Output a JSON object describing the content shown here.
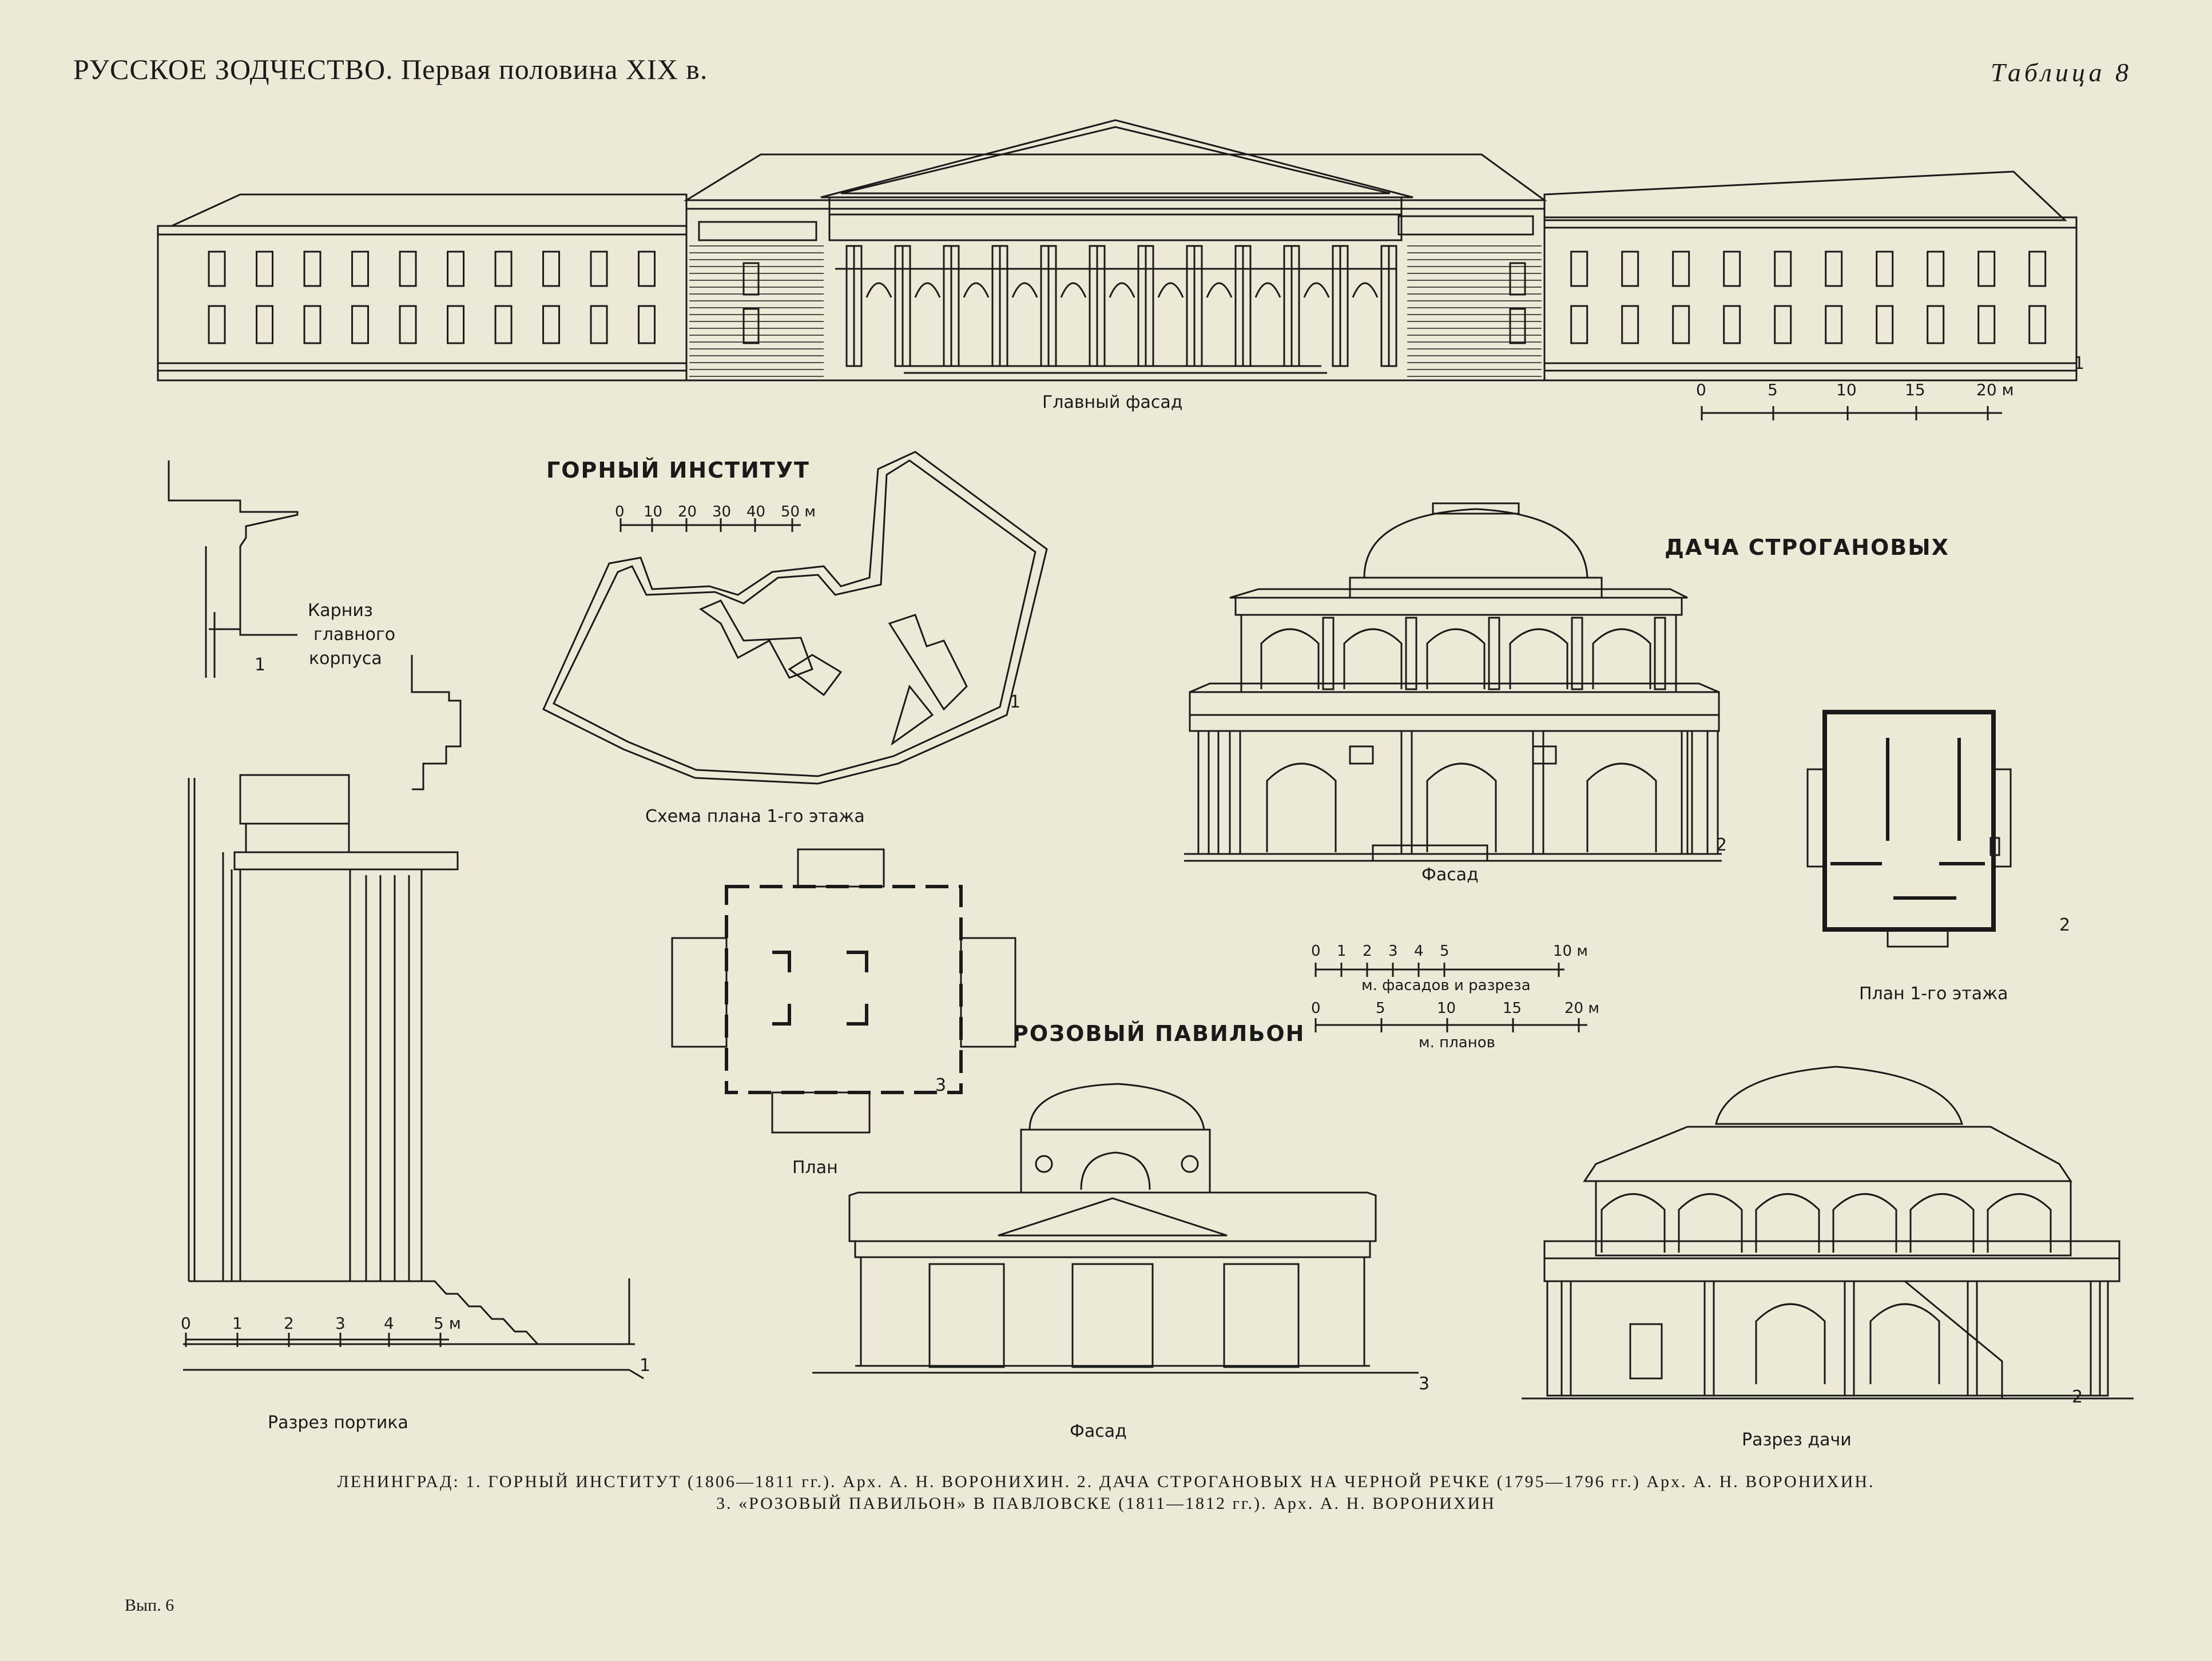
{
  "header": {
    "title": "РУССКОЕ ЗОДЧЕСТВО. Первая половина XIX в.",
    "plate": "Таблица 8"
  },
  "labels": {
    "main_facade": "Главный фасад",
    "mining_institute": "ГОРНЫЙ ИНСТИТУТ",
    "cornice_1": "Карниз",
    "cornice_2": "главного",
    "cornice_3": "корпуса",
    "plan_scheme": "Схема плана 1-го этажа",
    "stroganov_dacha": "ДАЧА СТРОГАНОВЫХ",
    "facade_2": "Фасад",
    "plan_floor1": "План 1-го этажа",
    "pink_pavilion": "РОЗОВЫЙ ПАВИЛЬОН",
    "plan_3": "План",
    "portico_section": "Разрез портика",
    "facade_3": "Фасад",
    "dacha_section": "Разрез дачи",
    "scale_facades": "м. фасадов и разреза",
    "scale_plans": "м. планов"
  },
  "markers": {
    "m1": "1",
    "m2": "2",
    "m3": "3"
  },
  "scales": {
    "facade_main": [
      "0",
      "5",
      "10",
      "15",
      "20 м"
    ],
    "plan_institute": [
      "0",
      "10",
      "20",
      "30",
      "40",
      "50 м"
    ],
    "facade_small": [
      "0",
      "1",
      "2",
      "3",
      "4",
      "5",
      "10 м"
    ],
    "plan_small": [
      "0",
      "5",
      "10",
      "15",
      "20 м"
    ],
    "portico": [
      "0",
      "1",
      "2",
      "3",
      "4",
      "5 м"
    ]
  },
  "caption": {
    "line1": "ЛЕНИНГРАД:  1. ГОРНЫЙ ИНСТИТУТ (1806—1811 гг.).  Арх.  А.  Н.  ВОРОНИХИН. 2. ДАЧА СТРОГАНОВЫХ НА ЧЕРНОЙ РЕЧКЕ (1795—1796 гг.)  Арх. А. Н. ВОРОНИХИН.",
    "line2": "3.  «РОЗОВЫЙ ПАВИЛЬОН»  В  ПАВЛОВСКЕ  (1811—1812  гг.).  Арх.  А.  Н.  ВОРОНИХИН"
  },
  "footer": {
    "issue": "Вып. 6"
  }
}
